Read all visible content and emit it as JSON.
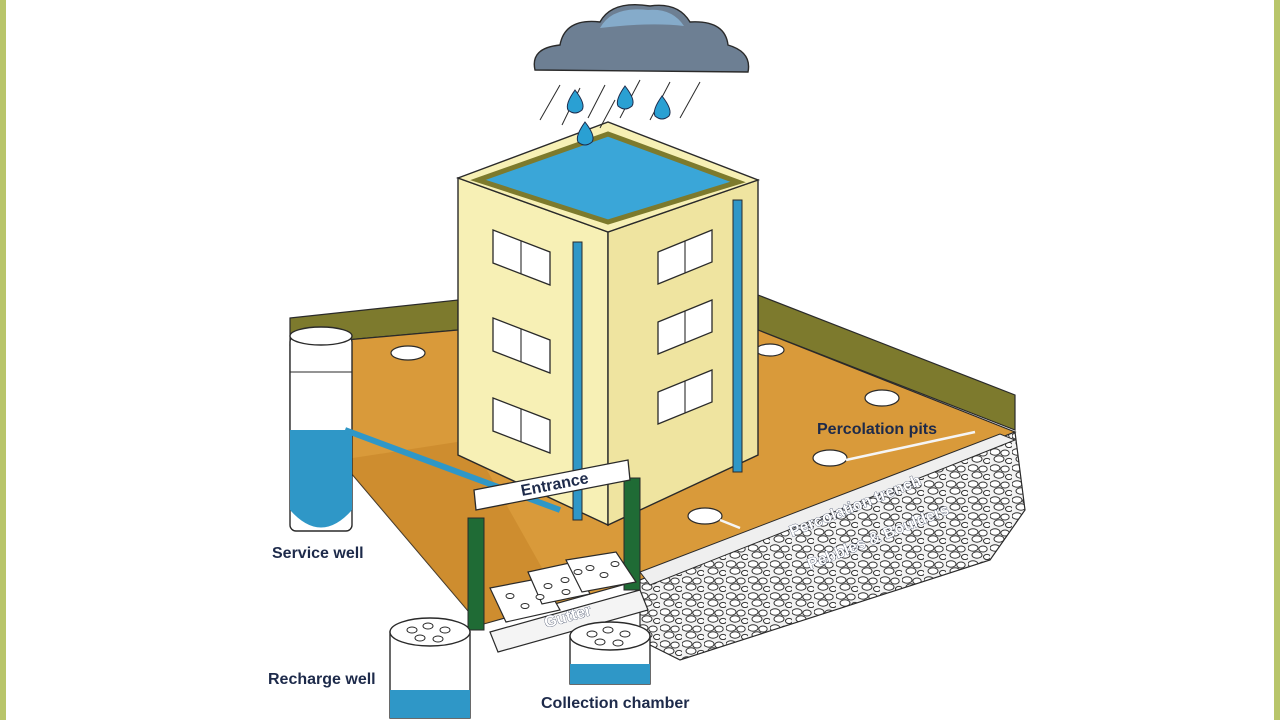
{
  "labels": {
    "entrance": "Entrance",
    "percolation_pits": "Percolation pits",
    "percolation_trench": "Percolation trench",
    "pebbles_boulders": "Pebbles & Boulders",
    "service_well": "Service well",
    "recharge_well": "Recharge well",
    "gutter": "Gutter",
    "collection_chamber": "Collection chamber"
  },
  "colors": {
    "frame": "#b8c56a",
    "ground": "#d99a3a",
    "ground_dark": "#c58427",
    "wall_olive": "#7d7a2d",
    "building_wall": "#f7f0b5",
    "building_side": "#efe4a0",
    "roof_water": "#3aa6d8",
    "pipe_blue": "#2f97c7",
    "pipe_green": "#1f6b35",
    "cloud": "#6d7f93",
    "rain_drop": "#2aa0d3",
    "label_text": "#1d2a4a"
  }
}
